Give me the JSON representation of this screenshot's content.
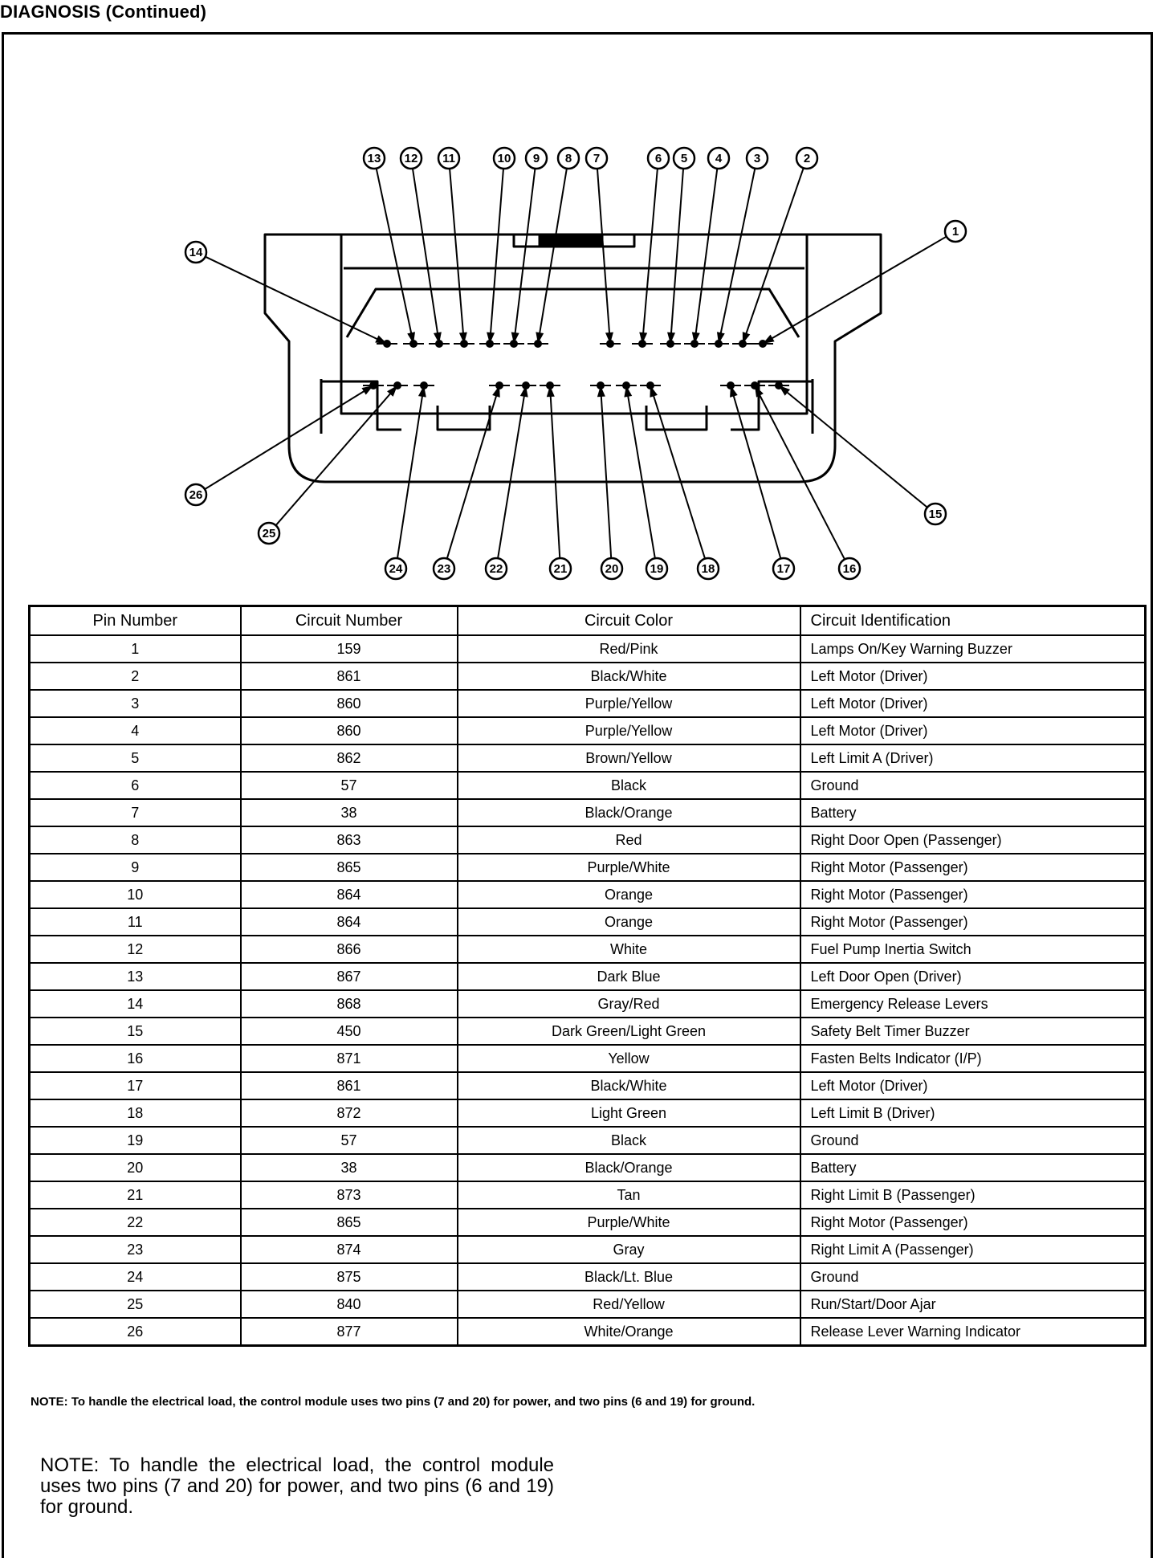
{
  "header": {
    "title": "DIAGNOSIS (Continued)"
  },
  "diagram": {
    "callout_labels": [
      "1",
      "2",
      "3",
      "4",
      "5",
      "6",
      "7",
      "8",
      "9",
      "10",
      "11",
      "12",
      "13",
      "14",
      "15",
      "16",
      "17",
      "18",
      "19",
      "20",
      "21",
      "22",
      "23",
      "24",
      "25",
      "26"
    ]
  },
  "table": {
    "headers": [
      "Pin Number",
      "Circuit Number",
      "Circuit Color",
      "Circuit Identification"
    ],
    "rows": [
      [
        "1",
        "159",
        "Red/Pink",
        "Lamps On/Key Warning Buzzer"
      ],
      [
        "2",
        "861",
        "Black/White",
        "Left Motor (Driver)"
      ],
      [
        "3",
        "860",
        "Purple/Yellow",
        "Left Motor (Driver)"
      ],
      [
        "4",
        "860",
        "Purple/Yellow",
        "Left Motor (Driver)"
      ],
      [
        "5",
        "862",
        "Brown/Yellow",
        "Left Limit A (Driver)"
      ],
      [
        "6",
        "57",
        "Black",
        "Ground"
      ],
      [
        "7",
        "38",
        "Black/Orange",
        "Battery"
      ],
      [
        "8",
        "863",
        "Red",
        "Right Door Open (Passenger)"
      ],
      [
        "9",
        "865",
        "Purple/White",
        "Right Motor (Passenger)"
      ],
      [
        "10",
        "864",
        "Orange",
        "Right Motor (Passenger)"
      ],
      [
        "11",
        "864",
        "Orange",
        "Right Motor (Passenger)"
      ],
      [
        "12",
        "866",
        "White",
        "Fuel Pump Inertia Switch"
      ],
      [
        "13",
        "867",
        "Dark Blue",
        "Left Door Open (Driver)"
      ],
      [
        "14",
        "868",
        "Gray/Red",
        "Emergency Release Levers"
      ],
      [
        "15",
        "450",
        "Dark Green/Light Green",
        "Safety Belt Timer Buzzer"
      ],
      [
        "16",
        "871",
        "Yellow",
        "Fasten Belts Indicator (I/P)"
      ],
      [
        "17",
        "861",
        "Black/White",
        "Left Motor (Driver)"
      ],
      [
        "18",
        "872",
        "Light Green",
        "Left Limit B (Driver)"
      ],
      [
        "19",
        "57",
        "Black",
        "Ground"
      ],
      [
        "20",
        "38",
        "Black/Orange",
        "Battery"
      ],
      [
        "21",
        "873",
        "Tan",
        "Right Limit B (Passenger)"
      ],
      [
        "22",
        "865",
        "Purple/White",
        "Right Motor (Passenger)"
      ],
      [
        "23",
        "874",
        "Gray",
        "Right Limit A (Passenger)"
      ],
      [
        "24",
        "875",
        "Black/Lt. Blue",
        "Ground"
      ],
      [
        "25",
        "840",
        "Red/Yellow",
        "Run/Start/Door Ajar"
      ],
      [
        "26",
        "877",
        "White/Orange",
        "Release Lever Warning Indicator"
      ]
    ]
  },
  "notes": {
    "small": "NOTE: To handle the electrical load, the control module uses two pins (7 and 20) for power, and two pins (6 and 19) for ground.",
    "large": "NOTE: To handle the electrical load, the control module uses two pins (7 and 20) for power, and two pins (6 and 19) for ground."
  }
}
